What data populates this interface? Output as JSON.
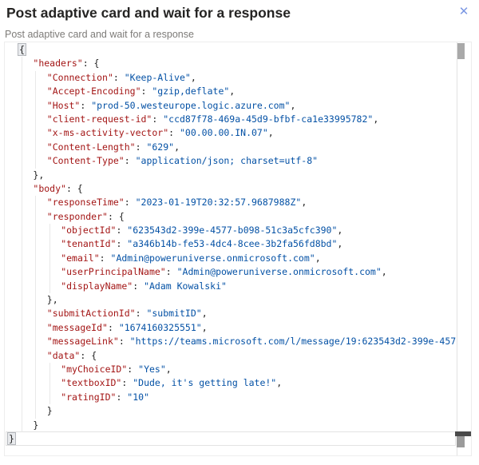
{
  "header": {
    "title": "Post adaptive card and wait for a response",
    "close_label": "✕"
  },
  "description": "Post adaptive card and wait for a response",
  "colors": {
    "key": "#a31515",
    "value": "#0451a5",
    "punct": "#1e1e1e",
    "close": "#7b97e3",
    "guide": "#e8e8e8",
    "border": "#ededed"
  },
  "editor": {
    "language": "json",
    "lines": [
      {
        "indent": 0,
        "tokens": [
          {
            "c": "b",
            "t": "{"
          }
        ]
      },
      {
        "indent": 1,
        "tokens": [
          {
            "c": "k",
            "t": "\"headers\""
          },
          {
            "c": "p",
            "t": ": {"
          }
        ]
      },
      {
        "indent": 2,
        "tokens": [
          {
            "c": "k",
            "t": "\"Connection\""
          },
          {
            "c": "p",
            "t": ": "
          },
          {
            "c": "v",
            "t": "\"Keep-Alive\""
          },
          {
            "c": "p",
            "t": ","
          }
        ]
      },
      {
        "indent": 2,
        "tokens": [
          {
            "c": "k",
            "t": "\"Accept-Encoding\""
          },
          {
            "c": "p",
            "t": ": "
          },
          {
            "c": "v",
            "t": "\"gzip,deflate\""
          },
          {
            "c": "p",
            "t": ","
          }
        ]
      },
      {
        "indent": 2,
        "tokens": [
          {
            "c": "k",
            "t": "\"Host\""
          },
          {
            "c": "p",
            "t": ": "
          },
          {
            "c": "v",
            "t": "\"prod-50.westeurope.logic.azure.com\""
          },
          {
            "c": "p",
            "t": ","
          }
        ]
      },
      {
        "indent": 2,
        "tokens": [
          {
            "c": "k",
            "t": "\"client-request-id\""
          },
          {
            "c": "p",
            "t": ": "
          },
          {
            "c": "v",
            "t": "\"ccd87f78-469a-45d9-bfbf-ca1e33995782\""
          },
          {
            "c": "p",
            "t": ","
          }
        ]
      },
      {
        "indent": 2,
        "tokens": [
          {
            "c": "k",
            "t": "\"x-ms-activity-vector\""
          },
          {
            "c": "p",
            "t": ": "
          },
          {
            "c": "v",
            "t": "\"00.00.00.IN.07\""
          },
          {
            "c": "p",
            "t": ","
          }
        ]
      },
      {
        "indent": 2,
        "tokens": [
          {
            "c": "k",
            "t": "\"Content-Length\""
          },
          {
            "c": "p",
            "t": ": "
          },
          {
            "c": "v",
            "t": "\"629\""
          },
          {
            "c": "p",
            "t": ","
          }
        ]
      },
      {
        "indent": 2,
        "tokens": [
          {
            "c": "k",
            "t": "\"Content-Type\""
          },
          {
            "c": "p",
            "t": ": "
          },
          {
            "c": "v",
            "t": "\"application/json; charset=utf-8\""
          }
        ]
      },
      {
        "indent": 1,
        "tokens": [
          {
            "c": "p",
            "t": "},"
          }
        ]
      },
      {
        "indent": 1,
        "tokens": [
          {
            "c": "k",
            "t": "\"body\""
          },
          {
            "c": "p",
            "t": ": {"
          }
        ]
      },
      {
        "indent": 2,
        "tokens": [
          {
            "c": "k",
            "t": "\"responseTime\""
          },
          {
            "c": "p",
            "t": ": "
          },
          {
            "c": "v",
            "t": "\"2023-01-19T20:32:57.9687988Z\""
          },
          {
            "c": "p",
            "t": ","
          }
        ]
      },
      {
        "indent": 2,
        "tokens": [
          {
            "c": "k",
            "t": "\"responder\""
          },
          {
            "c": "p",
            "t": ": {"
          }
        ]
      },
      {
        "indent": 3,
        "tokens": [
          {
            "c": "k",
            "t": "\"objectId\""
          },
          {
            "c": "p",
            "t": ": "
          },
          {
            "c": "v",
            "t": "\"623543d2-399e-4577-b098-51c3a5cfc390\""
          },
          {
            "c": "p",
            "t": ","
          }
        ]
      },
      {
        "indent": 3,
        "tokens": [
          {
            "c": "k",
            "t": "\"tenantId\""
          },
          {
            "c": "p",
            "t": ": "
          },
          {
            "c": "v",
            "t": "\"a346b14b-fe53-4dc4-8cee-3b2fa56fd8bd\""
          },
          {
            "c": "p",
            "t": ","
          }
        ]
      },
      {
        "indent": 3,
        "tokens": [
          {
            "c": "k",
            "t": "\"email\""
          },
          {
            "c": "p",
            "t": ": "
          },
          {
            "c": "v",
            "t": "\"Admin@poweruniverse.onmicrosoft.com\""
          },
          {
            "c": "p",
            "t": ","
          }
        ]
      },
      {
        "indent": 3,
        "tokens": [
          {
            "c": "k",
            "t": "\"userPrincipalName\""
          },
          {
            "c": "p",
            "t": ": "
          },
          {
            "c": "v",
            "t": "\"Admin@poweruniverse.onmicrosoft.com\""
          },
          {
            "c": "p",
            "t": ","
          }
        ]
      },
      {
        "indent": 3,
        "tokens": [
          {
            "c": "k",
            "t": "\"displayName\""
          },
          {
            "c": "p",
            "t": ": "
          },
          {
            "c": "v",
            "t": "\"Adam Kowalski\""
          }
        ]
      },
      {
        "indent": 2,
        "tokens": [
          {
            "c": "p",
            "t": "},"
          }
        ]
      },
      {
        "indent": 2,
        "tokens": [
          {
            "c": "k",
            "t": "\"submitActionId\""
          },
          {
            "c": "p",
            "t": ": "
          },
          {
            "c": "v",
            "t": "\"submitID\""
          },
          {
            "c": "p",
            "t": ","
          }
        ]
      },
      {
        "indent": 2,
        "tokens": [
          {
            "c": "k",
            "t": "\"messageId\""
          },
          {
            "c": "p",
            "t": ": "
          },
          {
            "c": "v",
            "t": "\"1674160325551\""
          },
          {
            "c": "p",
            "t": ","
          }
        ]
      },
      {
        "indent": 2,
        "tokens": [
          {
            "c": "k",
            "t": "\"messageLink\""
          },
          {
            "c": "p",
            "t": ": "
          },
          {
            "c": "v",
            "t": "\"https://teams.microsoft.com/l/message/19:623543d2-399e-457"
          }
        ]
      },
      {
        "indent": 2,
        "tokens": [
          {
            "c": "k",
            "t": "\"data\""
          },
          {
            "c": "p",
            "t": ": {"
          }
        ]
      },
      {
        "indent": 3,
        "tokens": [
          {
            "c": "k",
            "t": "\"myChoiceID\""
          },
          {
            "c": "p",
            "t": ": "
          },
          {
            "c": "v",
            "t": "\"Yes\""
          },
          {
            "c": "p",
            "t": ","
          }
        ]
      },
      {
        "indent": 3,
        "tokens": [
          {
            "c": "k",
            "t": "\"textboxID\""
          },
          {
            "c": "p",
            "t": ": "
          },
          {
            "c": "v",
            "t": "\"Dude, it's getting late!\""
          },
          {
            "c": "p",
            "t": ","
          }
        ]
      },
      {
        "indent": 3,
        "tokens": [
          {
            "c": "k",
            "t": "\"ratingID\""
          },
          {
            "c": "p",
            "t": ": "
          },
          {
            "c": "v",
            "t": "\"10\""
          }
        ]
      },
      {
        "indent": 2,
        "tokens": [
          {
            "c": "p",
            "t": "}"
          }
        ]
      },
      {
        "indent": 1,
        "tokens": [
          {
            "c": "p",
            "t": "}"
          }
        ]
      },
      {
        "indent": 0,
        "cursor": true,
        "tokens": [
          {
            "c": "b",
            "t": "}"
          }
        ]
      }
    ]
  }
}
